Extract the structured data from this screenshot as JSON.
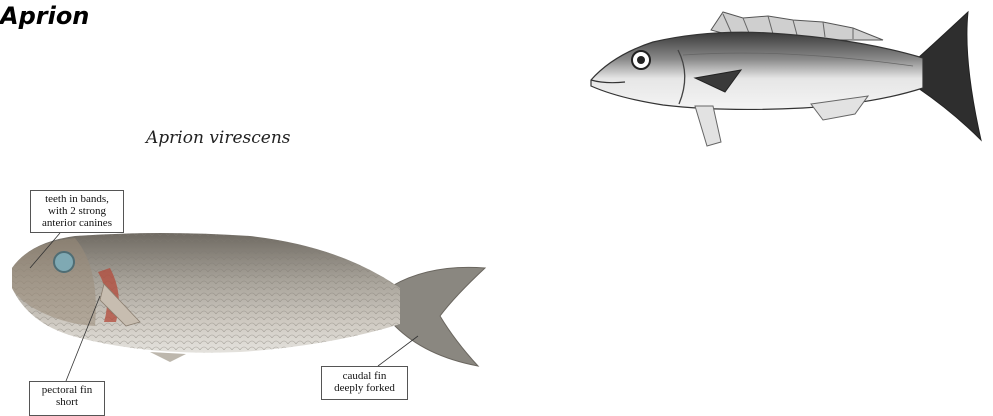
{
  "page": {
    "title": "Aprion"
  },
  "figure": {
    "species": "Aprion virescens",
    "labels": {
      "teeth": [
        "teeth in bands,",
        "with 2 strong",
        "anterior canines"
      ],
      "pectoral": [
        "pectoral fin",
        "short"
      ],
      "caudal": [
        "caudal fin",
        "deeply forked"
      ]
    }
  },
  "colors": {
    "photo_body": "#a8a39a",
    "photo_belly": "#dcdad5",
    "drawing_dark": "#2a2a2a",
    "drawing_light": "#e8e8e8"
  }
}
